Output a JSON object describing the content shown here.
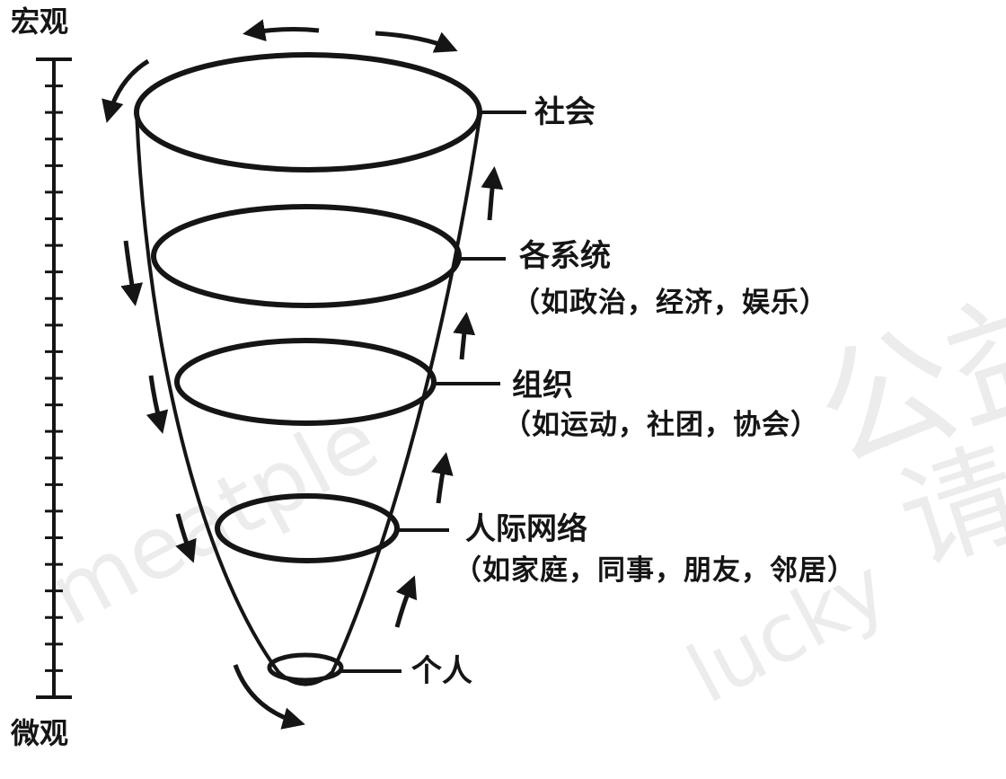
{
  "axis": {
    "top_label": "宏观",
    "bottom_label": "微观"
  },
  "levels": [
    {
      "label": "社会",
      "sub": ""
    },
    {
      "label": "各系统",
      "sub": "（如政治，经济，娱乐）"
    },
    {
      "label": "组织",
      "sub": "（如运动，社团，协会）"
    },
    {
      "label": "人际网络",
      "sub": "（如家庭，同事，朋友，邻居）"
    },
    {
      "label": "个人",
      "sub": ""
    }
  ],
  "watermark": {
    "left_text": "meatple",
    "right_cn": "公益",
    "right_cn2": "请",
    "right_text": "lucky"
  },
  "colors": {
    "ink": "#151515",
    "background": "#ffffff"
  }
}
